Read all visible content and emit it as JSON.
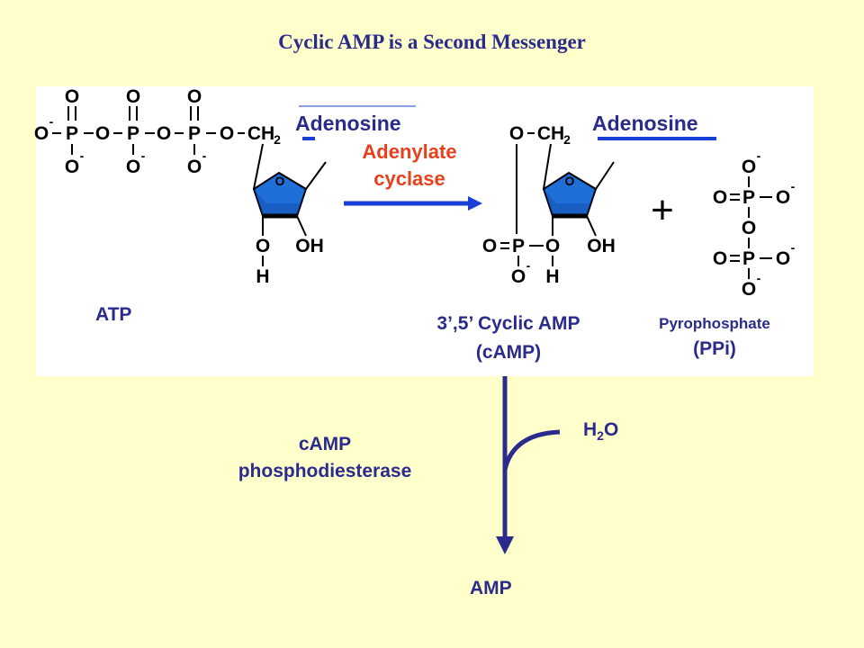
{
  "title": "Cyclic AMP is a Second Messenger",
  "atp": {
    "label": "ATP",
    "adenosine": "Adenosine",
    "atoms": {
      "O": "O",
      "O_minus": "O",
      "minus": "-",
      "P": "P",
      "CH2": "CH",
      "sub2": "2",
      "OH": "OH",
      "H": "H"
    }
  },
  "enzyme1": {
    "line1": "Adenylate",
    "line2": "cyclase"
  },
  "camp": {
    "line1": "3’,5’ Cyclic AMP",
    "line2": "(cAMP)",
    "adenosine": "Adenosine"
  },
  "plus": "+",
  "ppi": {
    "line1": "Pyrophosphate",
    "line2": "(PPi)"
  },
  "enzyme2": {
    "line1": "cAMP",
    "line2": "phosphodiesterase"
  },
  "water": {
    "h": "H",
    "sub": "2",
    "o": "O"
  },
  "product": "AMP",
  "colors": {
    "background": "#ffffcc",
    "title": "#2b2b8c",
    "label": "#2b2b8c",
    "enzyme": "#e8401c",
    "arrow_blue": "#1a3fd6",
    "ribose": "#1f6fd8",
    "arrow_navy": "#2b2b8c"
  }
}
